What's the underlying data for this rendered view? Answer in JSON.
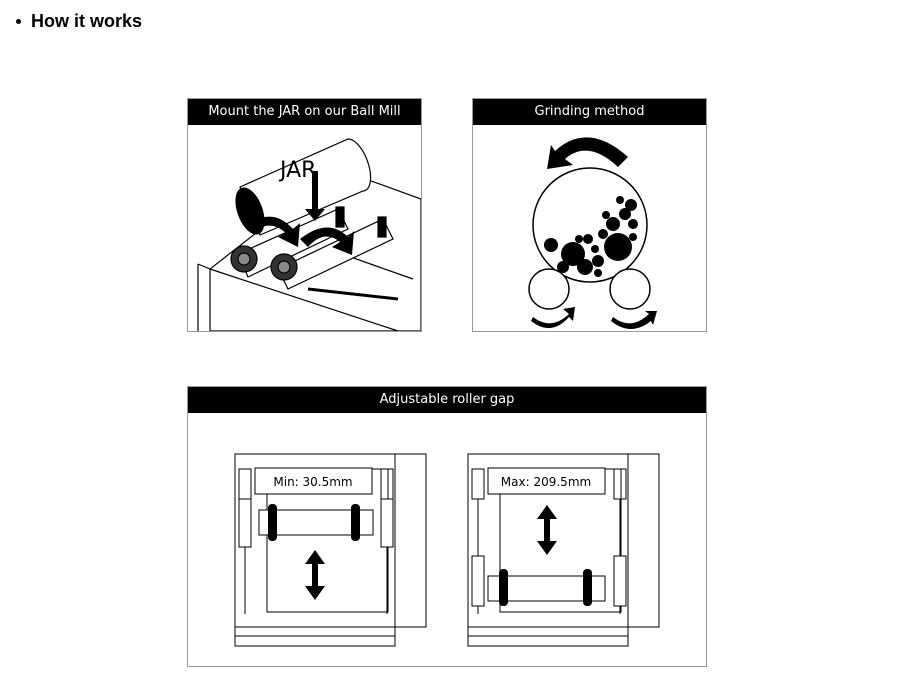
{
  "section": {
    "title": "How it works"
  },
  "panels": {
    "mount": {
      "title": "Mount the JAR on our Ball Mill",
      "jar_label": "JAR"
    },
    "grinding": {
      "title": "Grinding method"
    },
    "gap": {
      "title": "Adjustable roller gap",
      "min_label": "Min: 30.5mm",
      "max_label": "Max: 209.5mm"
    }
  }
}
